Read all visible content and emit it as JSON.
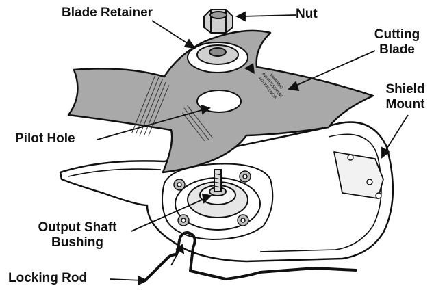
{
  "labels": {
    "nut": "Nut",
    "blade_retainer": "Blade Retainer",
    "cutting_blade_line1": "Cutting",
    "cutting_blade_line2": "Blade",
    "shield_mount_line1": "Shield",
    "shield_mount_line2": "Mount",
    "pilot_hole": "Pilot Hole",
    "output_shaft_line1": "Output Shaft",
    "output_shaft_line2": "Bushing",
    "locking_rod": "Locking Rod"
  },
  "blade_warning": {
    "line1": "WARNING",
    "line2": "AVERTISSEMENT",
    "line3": "ADVERTENCIA"
  }
}
